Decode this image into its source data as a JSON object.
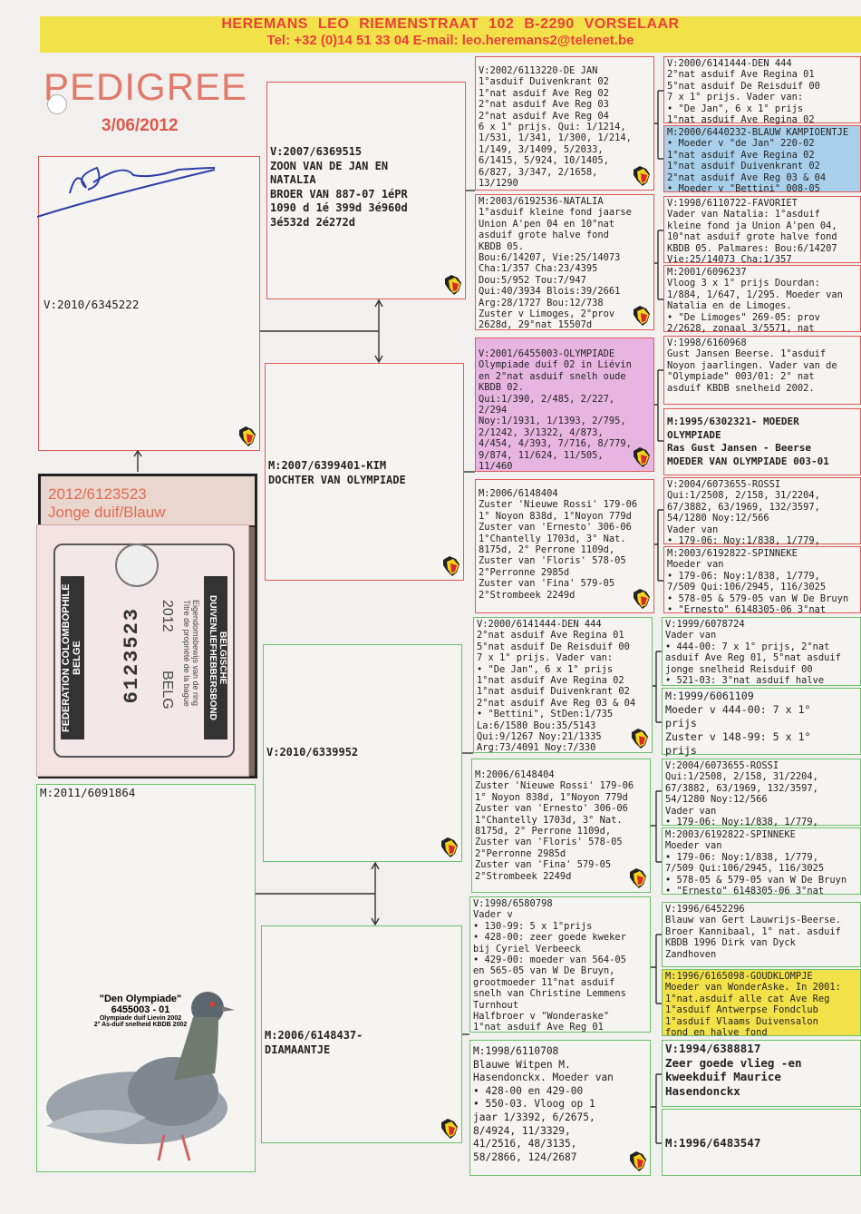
{
  "header": {
    "line1": "HEREMANS LEO      RIEMENSTRAAT 102    B-2290  VORSELAAR",
    "line2": "Tel: +32 (0)14 51 33 04   E-mail: leo.heremans2@telenet.be"
  },
  "title": "PEDIGREE",
  "date": "3/06/2012",
  "subject": {
    "ring": "2012/6123523",
    "desc": "Jonge duif/Blauw",
    "band_country": "BELGISCHE DUIVENLIEFHEBBERSBOND",
    "band_fed": "FEDERATION COLOMBOPHILE BELGE",
    "band_year": "2012",
    "band_belg": "BELG",
    "band_number": "6123523",
    "band_owner": "Eigendomsbewijs van de ring\nTitre de propriété de la bague"
  },
  "photo_caption": {
    "name": "\"Den Olympiade\"",
    "ring": "6455003 - 01",
    "l1": "Olympiade duif Lievin 2002",
    "l2": "2° As-duif snelheid KBDB 2002"
  },
  "gen1": {
    "father": "V:2010/6345222",
    "mother": "M:2011/6091864"
  },
  "gen2": {
    "ff": "V:2007/6369515\nZOON VAN DE JAN EN\nNATALIA\nBROER VAN 887-07 1éPR\n1090 d 1é 399d 3é960d\n3é532d 2é272d",
    "fm": "M:2007/6399401-KIM\nDOCHTER VAN OLYMPIADE",
    "mf": "V:2010/6339952",
    "mm": "M:2006/6148437-\nDIAMAANTJE"
  },
  "gen3": {
    "fff": "V:2002/6113220-DE JAN\n1°asduif Duivenkrant 02\n1°nat asduif Ave Reg 02\n2°nat asduif Ave Reg 03\n2°nat asduif Ave Reg 04\n6 x 1° prijs. Qui: 1/1214,\n1/531, 1/341, 1/300, 1/214,\n1/149, 3/1409, 5/2033,\n6/1415, 5/924, 10/1405,\n6/827, 3/347, 2/1658,\n13/1290",
    "ffm": "M:2003/6192536-NATALIA\n1°asduif kleine fond jaarse\nUnion A'pen 04 en 10°nat\nasduif grote halve fond\nKBDB 05.\nBou:6/14207, Vie:25/14073\nCha:1/357 Cha:23/4395\nDou:5/952 Tou:7/947\nQui:40/3934 Blois:39/2661\nArg:28/1727 Bou:12/738\nZuster v Limoges, 2°prov\n2628d, 29°nat 15507d",
    "fmf": "V:2001/6455003-OLYMPIADE\nOlympiade duif 02 in Liévin\nen 2°nat asduif snelh oude\nKBDB 02.\nQui:1/390, 2/485, 2/227,\n2/294\nNoy:1/1931, 1/1393, 2/795,\n2/1242, 3/1322, 4/873,\n4/454, 4/393, 7/716, 8/779,\n9/874, 11/624, 11/505,\n11/460",
    "fmm": "M:2006/6148404\nZuster 'Nieuwe Rossi' 179-06\n1° Noyon 838d, 1°Noyon 779d\nZuster van 'Ernesto' 306-06\n1°Chantelly 1703d, 3° Nat.\n8175d, 2° Perrone 1109d,\nZuster van 'Floris' 578-05\n2°Perronne 2985d\nZuster van 'Fina' 579-05\n2°Strombeek 2249d",
    "mff": "V:2000/6141444-DEN 444\n2°nat asduif Ave Regina 01\n5°nat asduif De Reisduif 00\n7 x 1° prijs. Vader van:\n• \"De Jan\", 6 x 1° prijs\n1°nat asduif Ave Regina 02\n1°nat asduif Duivenkrant 02\n2°nat asduif Ave Reg 03 & 04\n• \"Bettini\", StDen:1/735\nLa:6/1580 Bou:35/5143\nQui:9/1267 Noy:21/1335\nArg:73/4091 Noy:7/330",
    "mfm": "M:2006/6148404\nZuster 'Nieuwe Rossi' 179-06\n1° Noyon 838d, 1°Noyon 779d\nZuster van 'Ernesto' 306-06\n1°Chantelly 1703d, 3° Nat.\n8175d, 2° Perrone 1109d,\nZuster van 'Floris' 578-05\n2°Perronne 2985d\nZuster van 'Fina' 579-05\n2°Strombeek 2249d",
    "mmf": "V:1998/6580798\nVader v\n• 130-99: 5 x 1°prijs\n• 428-00: zeer goede kweker\nbij Cyriel Verbeeck\n• 429-00: moeder van 564-05\nen 565-05 van W De Bruyn,\ngrootmoeder 11°nat asduif\nsnelh van Christine Lemmens\nTurnhout\nHalfbroer v \"Wonderaske\"\n1°nat asduif Ave Reg 01",
    "mmm": "M:1998/6110708\nBlauwe Witpen M.\nHasendonckx. Moeder van\n• 428-00 en 429-00\n• 550-03. Vloog op 1\njaar 1/3392, 6/2675,\n8/4924, 11/3329,\n41/2516, 48/3135,\n58/2866, 124/2687"
  },
  "gen4": {
    "a1": "V:2000/6141444-DEN 444\n2°nat asduif Ave Regina 01\n5°nat asduif De Reisduif 00\n7 x 1° prijs. Vader van:\n• \"De Jan\", 6 x 1° prijs\n1°nat asduif Ave Regina 02",
    "a2": "M:2000/6440232-BLAUW KAMPIOENTJE\n• Moeder v \"de Jan\" 220-02\n1°nat asduif Ave Regina 02\n1°nat asduif Duivenkrant 02\n2°nat asduif Ave Reg 03 & 04\n• Moeder v \"Bettini\" 008-05",
    "a3": "V:1998/6110722-FAVORIET\nVader van Natalia: 1°asduif\nkleine fond ja Union A'pen 04,\n10°nat asduif grote halve fond\nKBDB 05. Palmares: Bou:6/14207\nVie:25/14073 Cha:1/357",
    "a4": "M:2001/6096237\nVloog 3 x 1° prijs Dourdan:\n1/884, 1/647, 1/295. Moeder van\nNatalia en de Limoges.\n• \"De Limoges\" 269-05: prov\n2/2628, zonaal 3/5571, nat",
    "a5": "V:1998/6160968\nGust Jansen Beerse. 1°asduif\nNoyon jaarlingen. Vader van de\n\"Olympiade\" 003/01: 2° nat\nasduif KBDB snelheid 2002.",
    "a6": "M:1995/6302321- MOEDER\nOLYMPIADE\nRas Gust Jansen - Beerse\nMOEDER VAN OLYMPIADE 003-01",
    "a7": "V:2004/6073655-ROSSI\nQui:1/2508, 2/158, 31/2204,\n67/3882, 63/1969, 132/3597,\n54/1280 Noy:12/566\nVader van\n• 179-06: Noy:1/838, 1/779,",
    "a8": "M:2003/6192822-SPINNEKE\nMoeder van\n• 179-06: Noy:1/838, 1/779,\n7/509 Qui:106/2945, 116/3025\n• 578-05 & 579-05 van W De Bruyn\n• \"Ernesto\" 6148305-06 3°nat",
    "a9": "V:1999/6078724\nVader van\n• 444-00: 7 x 1° prijs, 2°nat\nasduif Ave Reg 01, 5°nat asduif\njonge snelheid Reisduif 00\n• 521-03: 3°nat asduif halve",
    "a10": "M:1999/6061109\nMoeder v 444-00: 7 x 1°\nprijs\nZuster v 148-99: 5 x 1°\nprijs",
    "a11": "V:2004/6073655-ROSSI\nQui:1/2508, 2/158, 31/2204,\n67/3882, 63/1969, 132/3597,\n54/1280 Noy:12/566\nVader van\n• 179-06: Noy:1/838, 1/779,",
    "a12": "M:2003/6192822-SPINNEKE\nMoeder van\n• 179-06: Noy:1/838, 1/779,\n7/509 Qui:106/2945, 116/3025\n• 578-05 & 579-05 van W De Bruyn\n• \"Ernesto\" 6148305-06 3°nat",
    "a13": "V:1996/6452296\nBlauw van Gert Lauwrijs-Beerse.\nBroer Kannibaal, 1° nat. asduif\nKBDB 1996 Dirk van Dyck\nZandhoven",
    "a14": "M:1996/6165098-GOUDKLOMPJE\nMoeder van WonderAske. In 2001:\n1°nat.asduif alle cat Ave Reg\n1°asduif Antwerpse Fondclub\n1°asduif Vlaams Duivensalon\nfond en halve fond",
    "a15": "V:1994/6388817\nZeer goede vlieg -en\nkweekduif Maurice\nHasendonckx",
    "a16": "M:1996/6483547"
  },
  "colors": {
    "male_border": "#e05a56",
    "female_border": "#69c16b",
    "banner": "#f3e14a",
    "highlight_pink": "#e8b5e3",
    "highlight_blue": "#a9d0ea",
    "highlight_yellow": "#f3e14a"
  }
}
